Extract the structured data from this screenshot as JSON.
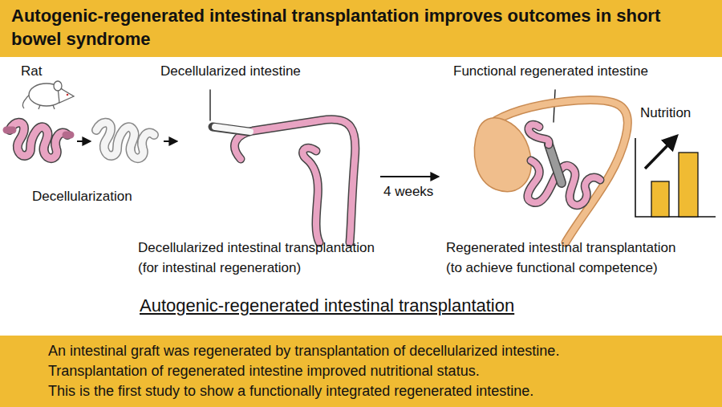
{
  "diagram": {
    "title": "Autogenic-regenerated intestinal transplantation improves outcomes in short bowel syndrome",
    "nodes": [
      {
        "text": [
          "An intestinal graft was regenerated by transplantation of decellularized intestine.",
          "Transplantation of regenerated intestine improved nutritional status.",
          "This is the first study to show a functionally integrated regenerated intestine."
        ]
      }
    ],
    "labels": [
      "Rat",
      "Decellularized intestine",
      "Functional regenerated intestine",
      "Nutrition",
      "Decellularization",
      "4 weeks",
      "Decellularized intestinal transplantation (for intestinal regeneration)",
      "Regenerated intestinal transplantation (to achieve functional competence)",
      "Autogenic-regenerated intestinal transplantation"
    ]
  }
}
